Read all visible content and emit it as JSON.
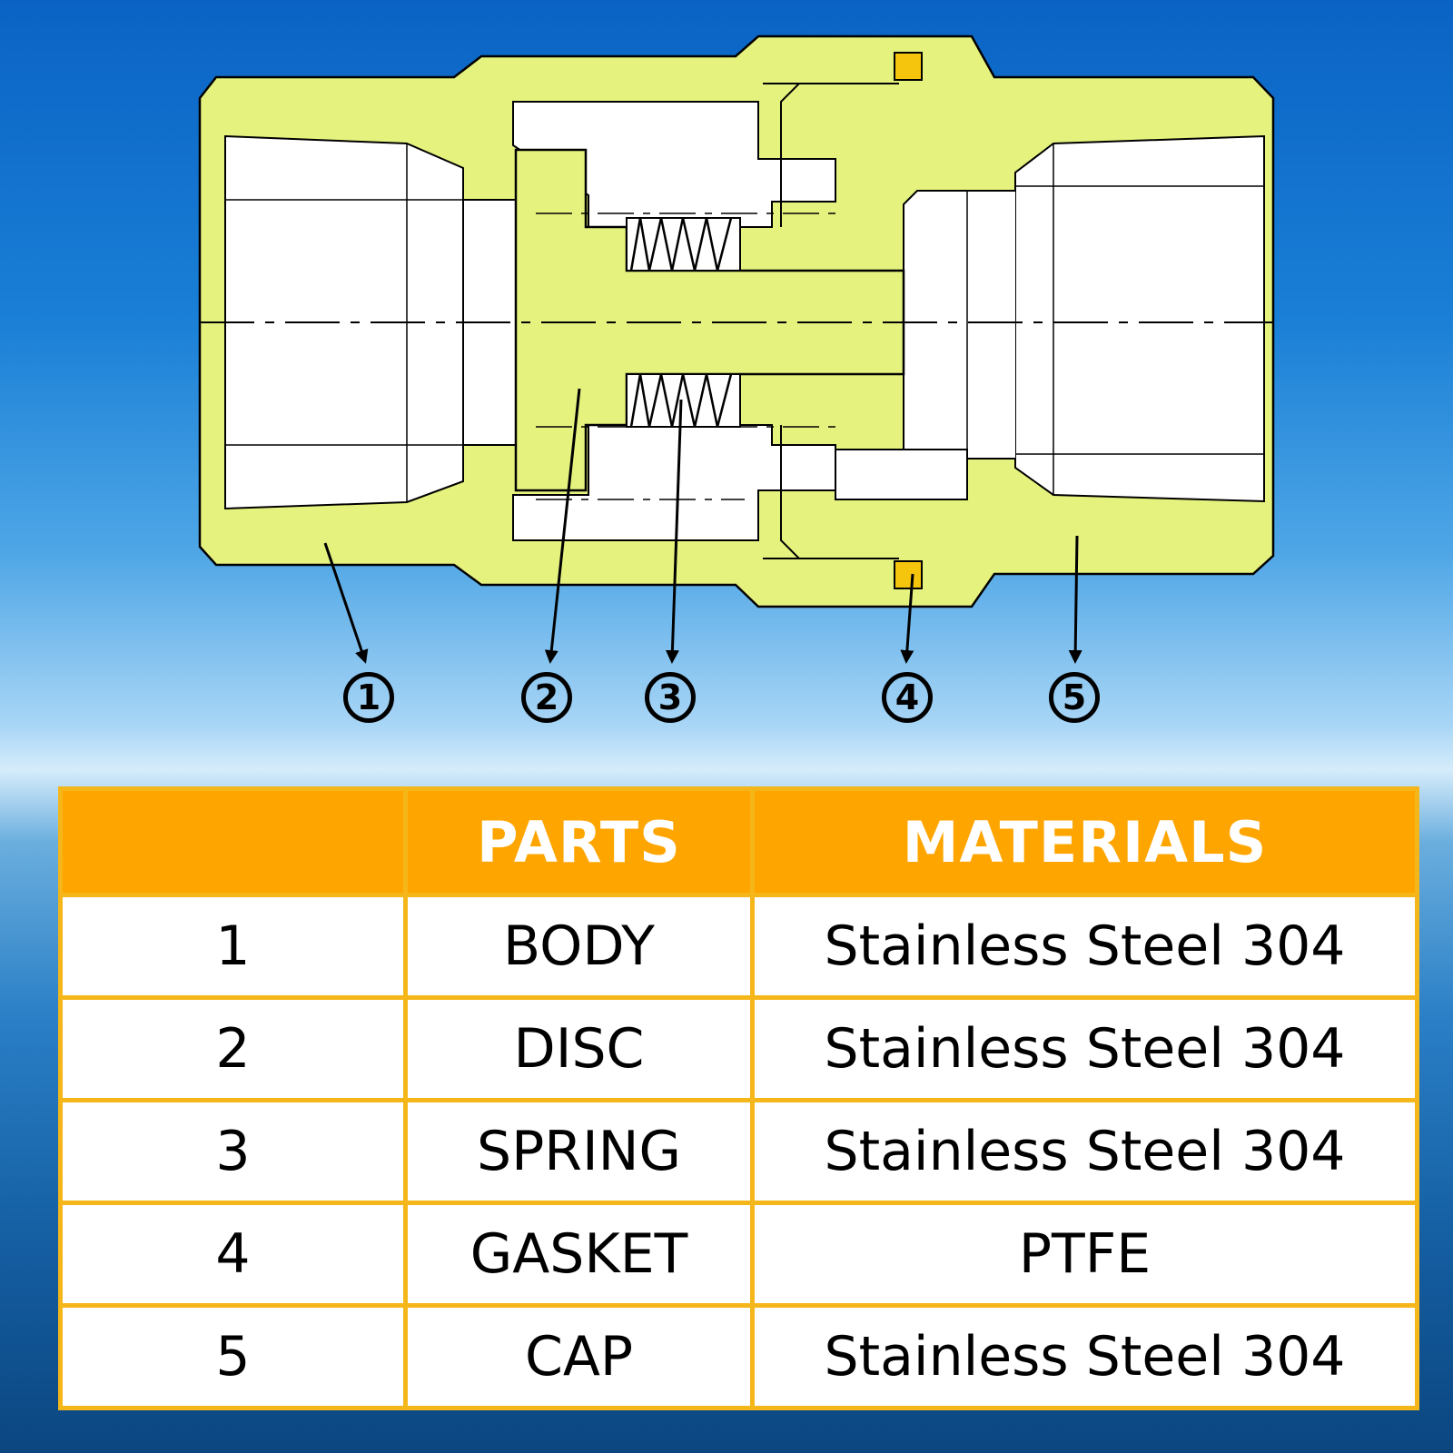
{
  "callouts": [
    "1",
    "2",
    "3",
    "4",
    "5"
  ],
  "table": {
    "headers": [
      "",
      "PARTS",
      "MATERIALS"
    ],
    "rows": [
      {
        "no": "1",
        "part": "BODY",
        "material": "Stainless Steel 304"
      },
      {
        "no": "2",
        "part": "DISC",
        "material": "Stainless Steel 304"
      },
      {
        "no": "3",
        "part": "SPRING",
        "material": "Stainless Steel 304"
      },
      {
        "no": "4",
        "part": "GASKET",
        "material": "PTFE"
      },
      {
        "no": "5",
        "part": "CAP",
        "material": "Stainless Steel 304"
      }
    ]
  },
  "colors": {
    "part_fill": "#e6f27e",
    "gasket": "#f4c50c",
    "header_bg": "#ffa500",
    "grid": "#f5b619"
  }
}
